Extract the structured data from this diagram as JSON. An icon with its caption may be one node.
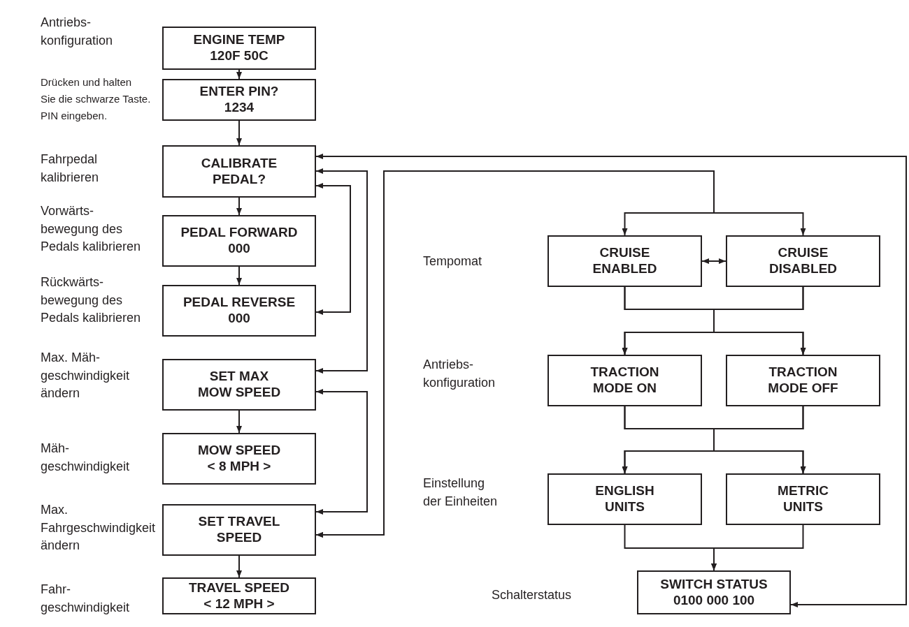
{
  "diagram": {
    "nodes": [
      {
        "text": [
          "ENGINE TEMP",
          "120F 50C"
        ],
        "beside": [
          "Antriebs- konfiguration"
        ]
      },
      {
        "text": [
          "ENTER PIN?",
          "1234"
        ],
        "beside": [
          "Drücken und halten",
          "Sie die schwarze Taste.",
          "PIN eingeben."
        ]
      },
      {
        "text": [
          "CALIBRATE PEDAL?"
        ]
      },
      {
        "text": [
          "PEDAL FORWARD",
          "000"
        ],
        "beside": [
          "Vorwärts- bewegung des Pedals kalibrieren"
        ]
      },
      {
        "text": [
          "PEDAL REVERSE",
          "000"
        ],
        "beside": [
          "Rückwärts- bewegung des Pedals kalibrieren"
        ]
      },
      {
        "text": [
          "SET MAX MOW SPEED"
        ],
        "beside": [
          "Max. Mäh- geschwindigkeit ändern"
        ]
      },
      {
        "text": [
          "MOW SPEED",
          "< 8 MPH >"
        ],
        "beside": [
          "Mäh- geschwindigkeit"
        ]
      },
      {
        "text": [
          "SET TRAVEL SPEED"
        ],
        "beside": [
          "Max. Fahrgeschwindigkeit ändern"
        ]
      },
      {
        "text": [
          "TRAVEL SPEED",
          "< 12 MPH >"
        ],
        "beside": [
          "Fahr- geschwindigkeit"
        ]
      },
      {
        "text": [
          "CRUISE ENABLED"
        ]
      },
      {
        "text": [
          "CRUISE DISABLED"
        ]
      },
      {
        "text": [
          "TRACTION MODE ON"
        ]
      },
      {
        "text": [
          "TRACTION MODE OFF"
        ]
      },
      {
        "text": [
          "ENGLISH UNITS"
        ]
      },
      {
        "text": [
          "METRIC UNITS"
        ]
      },
      {
        "text": [
          "SWITCH STATUS",
          "0100 000 100"
        ]
      }
    ],
    "labels": [
      "Fahrpedal kalibrieren",
      "Tempomat",
      "Antriebs- konfiguration",
      "Einstellung der Einheiten",
      "Schalterstatus"
    ],
    "edges": [
      {
        "from": 0,
        "to": 1,
        "arrow": "to"
      },
      {
        "from": 1,
        "to": 2,
        "arrow": "to"
      },
      {
        "from": 2,
        "to": 3,
        "arrow": "to"
      },
      {
        "from": 3,
        "to": 4,
        "arrow": "to"
      },
      {
        "from": 2,
        "to": 4,
        "arrow": "both"
      },
      {
        "from": 2,
        "to": 5,
        "arrow": "both"
      },
      {
        "from": 5,
        "to": 6,
        "arrow": "to"
      },
      {
        "from": 5,
        "to": 7,
        "arrow": "both"
      },
      {
        "from": 7,
        "to": 8,
        "arrow": "to"
      },
      {
        "from": 2,
        "to": 15,
        "arrow": "both"
      },
      {
        "from": 7,
        "to": 9,
        "arrow": "both"
      },
      {
        "from": 7,
        "to": 10,
        "arrow": "both"
      },
      {
        "from": 9,
        "to": 10,
        "arrow": "both"
      },
      {
        "from": 9,
        "to": 11,
        "arrow": "to"
      },
      {
        "from": 9,
        "to": 12,
        "arrow": "to"
      },
      {
        "from": 10,
        "to": 11,
        "arrow": "to"
      },
      {
        "from": 10,
        "to": 12,
        "arrow": "to"
      },
      {
        "from": 11,
        "to": 13,
        "arrow": "to"
      },
      {
        "from": 11,
        "to": 14,
        "arrow": "to"
      },
      {
        "from": 12,
        "to": 13,
        "arrow": "to"
      },
      {
        "from": 12,
        "to": 14,
        "arrow": "to"
      },
      {
        "from": 13,
        "to": 15,
        "arrow": "to"
      },
      {
        "from": 14,
        "to": 15,
        "arrow": "to"
      }
    ]
  }
}
